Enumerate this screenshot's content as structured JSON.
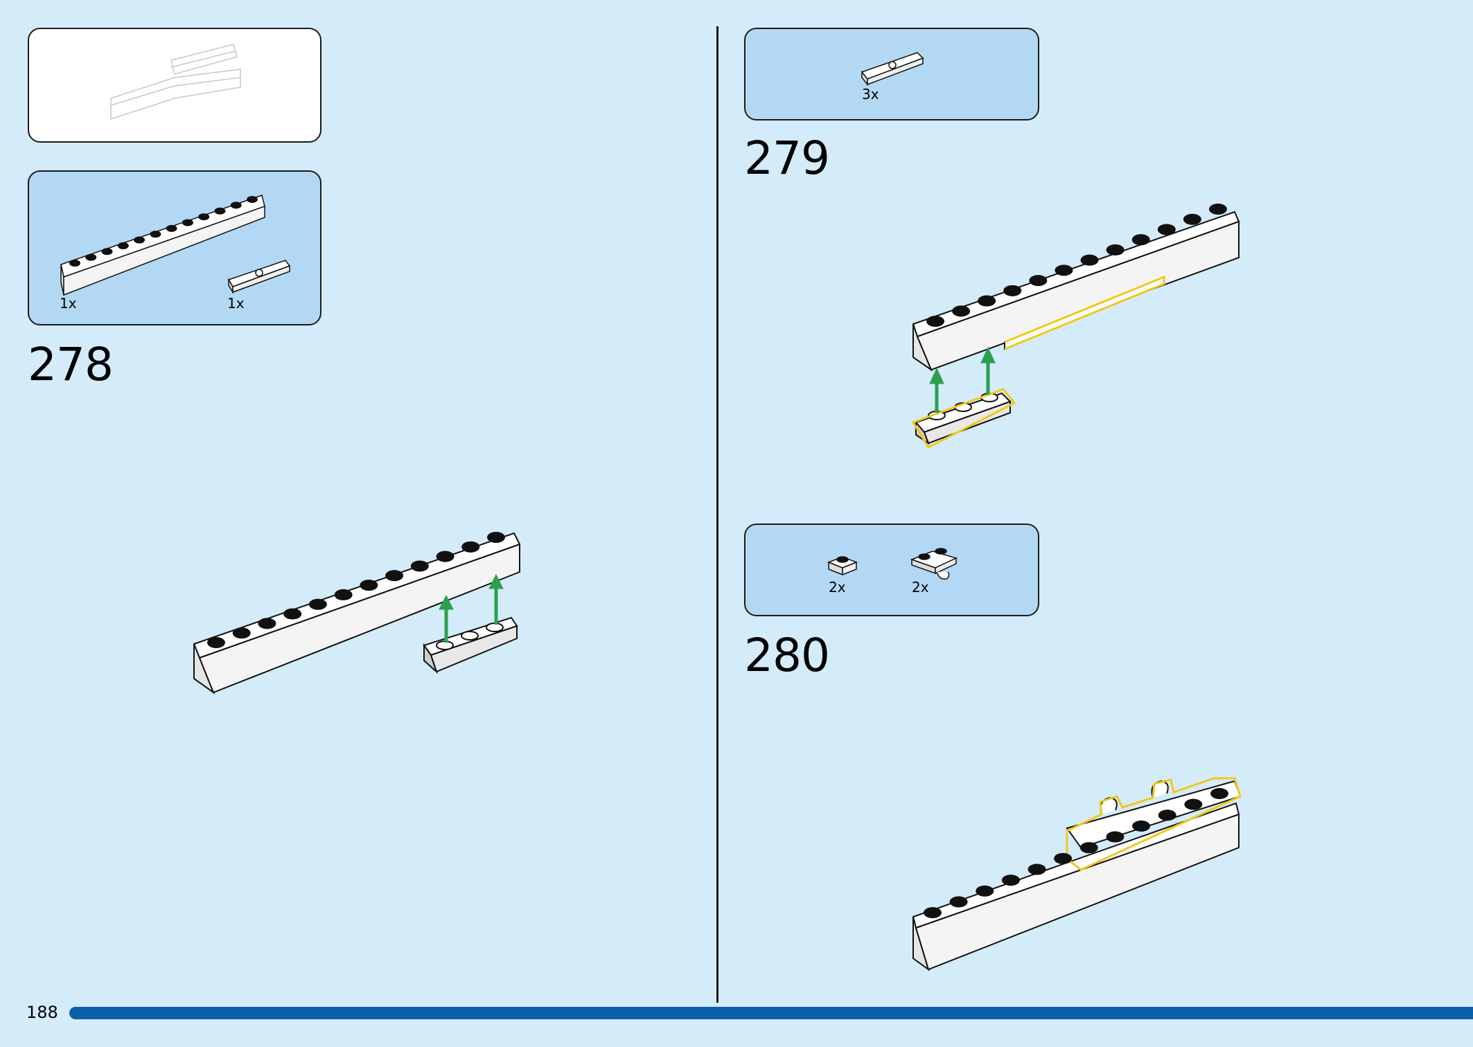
{
  "page": {
    "number": "188"
  },
  "colors": {
    "background": "#d4ebfa",
    "parts_box": "#b3d8f4",
    "progress": "#0a5fa8",
    "arrow": "#2aa14e",
    "highlight": "#f2c81a"
  },
  "preview": {
    "icon": "assembly-preview-icon"
  },
  "steps": [
    {
      "number": "278",
      "parts": [
        {
          "qty": "1x",
          "icon": "brick-1x16-icon"
        },
        {
          "qty": "1x",
          "icon": "tile-1x2-icon"
        }
      ]
    },
    {
      "number": "279",
      "parts": [
        {
          "qty": "3x",
          "icon": "tile-1x2-icon"
        }
      ]
    },
    {
      "number": "280",
      "parts": [
        {
          "qty": "2x",
          "icon": "plate-1x1-icon"
        },
        {
          "qty": "2x",
          "icon": "plate-clip-icon"
        }
      ]
    }
  ]
}
